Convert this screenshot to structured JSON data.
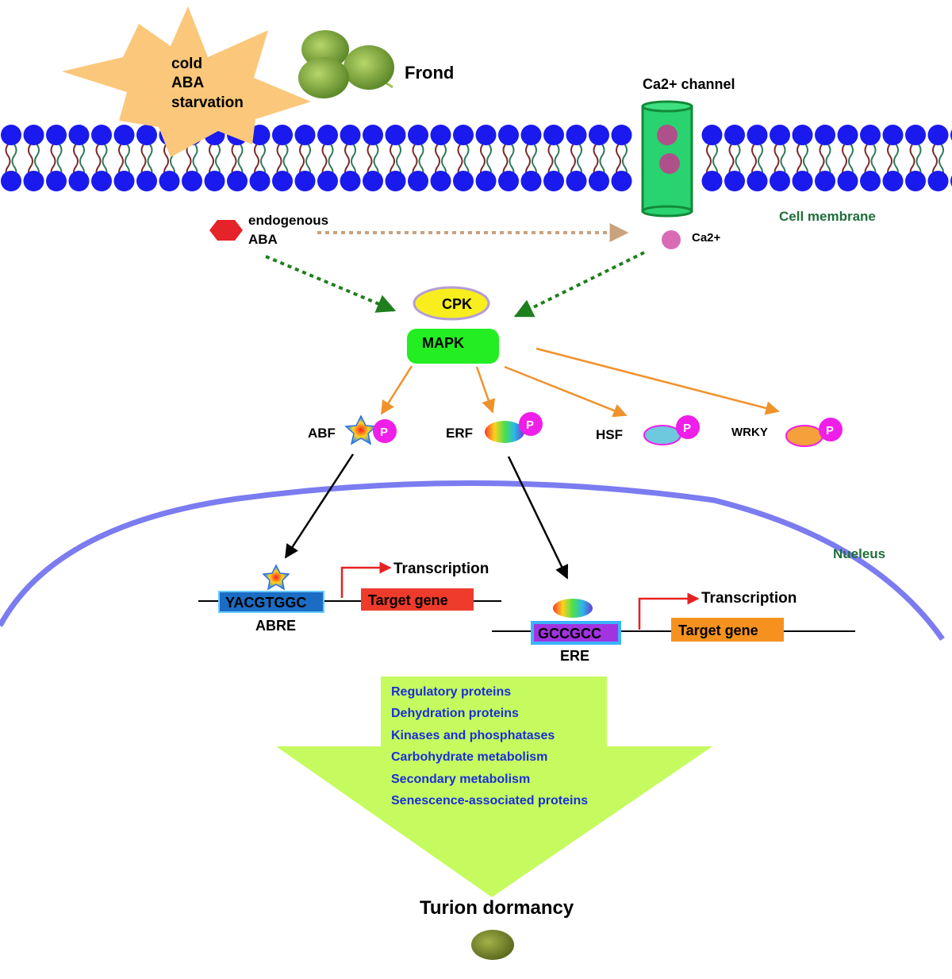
{
  "stimuli": {
    "line1": "cold",
    "line2": "ABA",
    "line3": "starvation"
  },
  "frond_label": "Frond",
  "ca_channel_label": "Ca2+ channel",
  "cell_membrane_label": "Cell membrane",
  "endogenous_aba": {
    "line1": "endogenous",
    "line2": "ABA"
  },
  "ca_ion_label": "Ca2+",
  "kinases": {
    "cpk": "CPK",
    "mapk": "MAPK"
  },
  "phospho_label": "P",
  "transcription_factors": {
    "abf": "ABF",
    "erf": "ERF",
    "hsf": "HSF",
    "wrky": "WRKY"
  },
  "nucleus_label": "Nueleus",
  "abre_pathway": {
    "element_seq": "YACGTGGC",
    "element_name": "ABRE",
    "transcription": "Transcription",
    "target_gene": "Target gene"
  },
  "ere_pathway": {
    "element_seq": "GCCGCC",
    "element_name": "ERE",
    "transcription": "Transcription",
    "target_gene": "Target gene"
  },
  "downstream_proteins": [
    "Regulatory proteins",
    "Dehydration proteins",
    "Kinases and phosphatases",
    "Carbohydrate metabolism",
    "Secondary metabolism",
    "Senescence-associated proteins"
  ],
  "outcome": "Turion dormancy",
  "colors": {
    "lipid_head": "#1a1aee",
    "star_burst": "#fbc77a",
    "channel": "#29d36f",
    "ca_ion": "#d96bb5",
    "aba_hex": "#e5242a",
    "cpk": "#f8ee1e",
    "mapk": "#22ee22",
    "orange_arrow": "#f0922b",
    "green_dotted": "#1f7f1f",
    "tan_dotted": "#c9a27e",
    "nucleus": "#7b7cf0",
    "abre_box": "#1b6cc4",
    "ere_box": "#a233e0",
    "target_abre": "#ee3b2b",
    "target_ere": "#f5921f",
    "big_arrow": "#c5fb5f",
    "phospho": "#ef1ee8"
  }
}
